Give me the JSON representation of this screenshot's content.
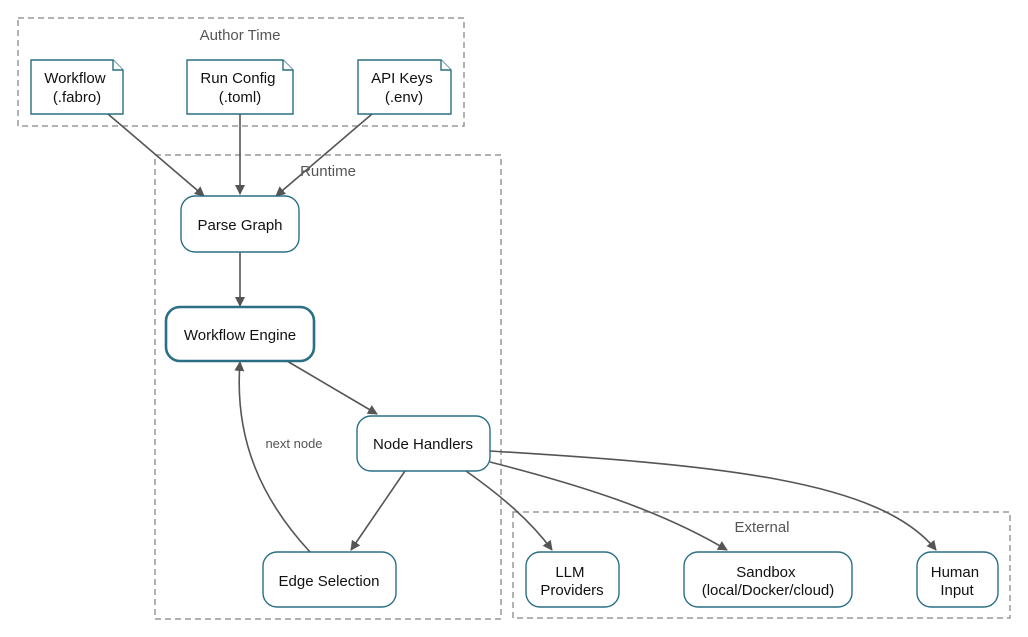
{
  "clusters": {
    "author_time": {
      "label": "Author Time"
    },
    "runtime": {
      "label": "Runtime"
    },
    "external": {
      "label": "External"
    }
  },
  "nodes": {
    "workflow_file": {
      "lines": [
        "Workflow",
        "(.fabro)"
      ]
    },
    "run_config": {
      "lines": [
        "Run Config",
        "(.toml)"
      ]
    },
    "api_keys": {
      "lines": [
        "API Keys",
        "(.env)"
      ]
    },
    "parse_graph": {
      "lines": [
        "Parse Graph"
      ]
    },
    "workflow_engine": {
      "lines": [
        "Workflow Engine"
      ]
    },
    "node_handlers": {
      "lines": [
        "Node Handlers"
      ]
    },
    "edge_selection": {
      "lines": [
        "Edge Selection"
      ]
    },
    "llm_providers": {
      "lines": [
        "LLM",
        "Providers"
      ]
    },
    "sandbox": {
      "lines": [
        "Sandbox",
        "(local/Docker/cloud)"
      ]
    },
    "human_input": {
      "lines": [
        "Human",
        "Input"
      ]
    }
  },
  "edges": {
    "edge_selection_to_engine": {
      "label": "next node"
    }
  },
  "colors": {
    "node_border": "#2a6f84",
    "cluster_border": "#999999",
    "edge": "#555555",
    "text": "#111111",
    "muted_text": "#555555"
  }
}
